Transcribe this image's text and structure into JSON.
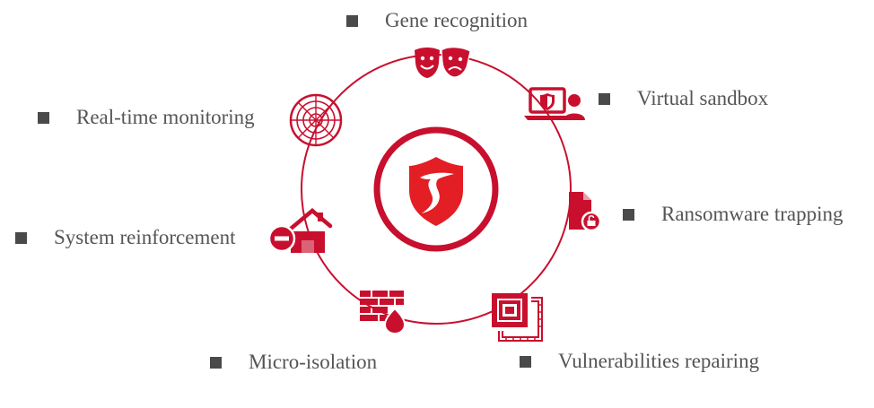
{
  "diagram": {
    "accent_color": "#c8102e",
    "center_icon": "shield-logo-icon",
    "features": [
      {
        "id": "gene",
        "label": "Gene recognition",
        "icon": "theater-masks-icon"
      },
      {
        "id": "sandbox",
        "label": "Virtual sandbox",
        "icon": "laptop-shield-user-icon"
      },
      {
        "id": "ransom",
        "label": "Ransomware trapping",
        "icon": "file-lock-icon"
      },
      {
        "id": "vuln",
        "label": "Vulnerabilities repairing",
        "icon": "chip-icon"
      },
      {
        "id": "micro",
        "label": "Micro-isolation",
        "icon": "firewall-flame-icon"
      },
      {
        "id": "system",
        "label": "System reinforcement",
        "icon": "house-minus-icon"
      },
      {
        "id": "realtime",
        "label": "Real-time monitoring",
        "icon": "radar-icon"
      }
    ]
  }
}
